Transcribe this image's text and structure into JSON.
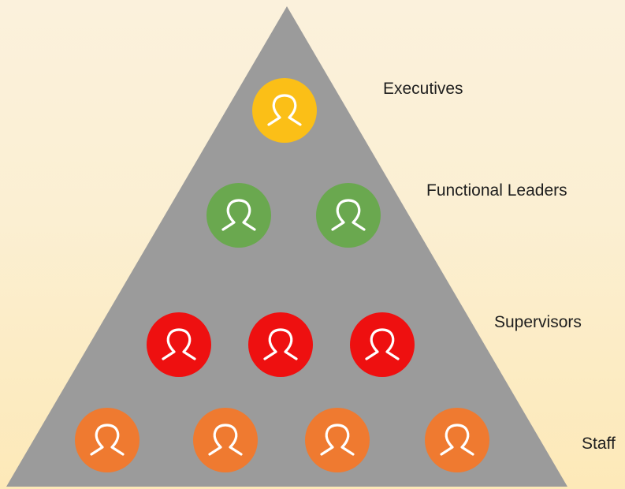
{
  "levels": [
    {
      "label": "Executives",
      "count": 1,
      "color": "#fbbf17"
    },
    {
      "label": "Functional Leaders",
      "count": 2,
      "color": "#6aa84f"
    },
    {
      "label": "Supervisors",
      "count": 3,
      "color": "#ee1010"
    },
    {
      "label": "Staff",
      "count": 4,
      "color": "#ef7a30"
    }
  ],
  "colors": {
    "pyramid": "#9b9b9b",
    "icon_stroke": "#ffffff"
  },
  "icon": "person-outline-icon"
}
